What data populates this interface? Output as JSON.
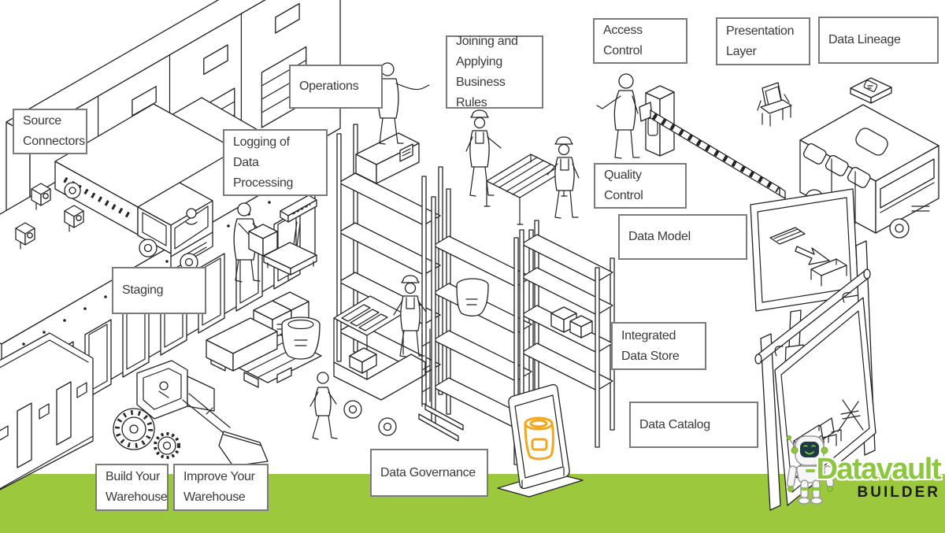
{
  "page": {
    "title": "Datavault Builder warehouse diagram"
  },
  "colors": {
    "green": "#9BC83D",
    "logo-green": "#8DC63F",
    "logo-dark": "#1D1D1B",
    "line": "#232323",
    "accent-yellow": "#F2A71D",
    "label-border": "#7B7B7B",
    "label-text": "#3A3A3A",
    "screen": "#1C3A41"
  },
  "labels": {
    "source_connectors": "Source\nConnectors",
    "logging": "Logging of Data\nProcessing",
    "staging": "Staging",
    "operations": "Operations",
    "joining": "Joining and\nApplying\nBusiness Rules",
    "access_control": "Access Control",
    "presentation_layer": "Presentation\nLayer",
    "data_lineage": "Data Lineage",
    "quality_control": "Quality Control",
    "data_model": "Data Model",
    "integrated_data_store": "Integrated\nData Store",
    "data_catalog": "Data Catalog",
    "data_governance": "Data Governance",
    "build_your_warehouse": "Build Your\nWarehouse",
    "improve_your_warehouse": "Improve Your\nWarehouse"
  },
  "brand": {
    "name": "Datavault",
    "builder": "BUILDER"
  },
  "scene_objects": [
    "source-cabinets",
    "security-camera-building",
    "warehouse-building",
    "delivery-truck",
    "worker-carrying-box",
    "platform-scale",
    "pallet-with-goods",
    "storage-rack-1",
    "storage-rack-2",
    "storage-rack-3",
    "forklift",
    "walking-worker",
    "rack-worker",
    "operations-person",
    "workbench-table",
    "table-workers",
    "front-loader-tractor",
    "barrier-gate",
    "card-reader-pillar",
    "office-chair",
    "flat-package",
    "delivery-van",
    "display-billboard",
    "product-billboard",
    "data-governance-sign",
    "paint-bucket-icon",
    "robot-mascot"
  ]
}
